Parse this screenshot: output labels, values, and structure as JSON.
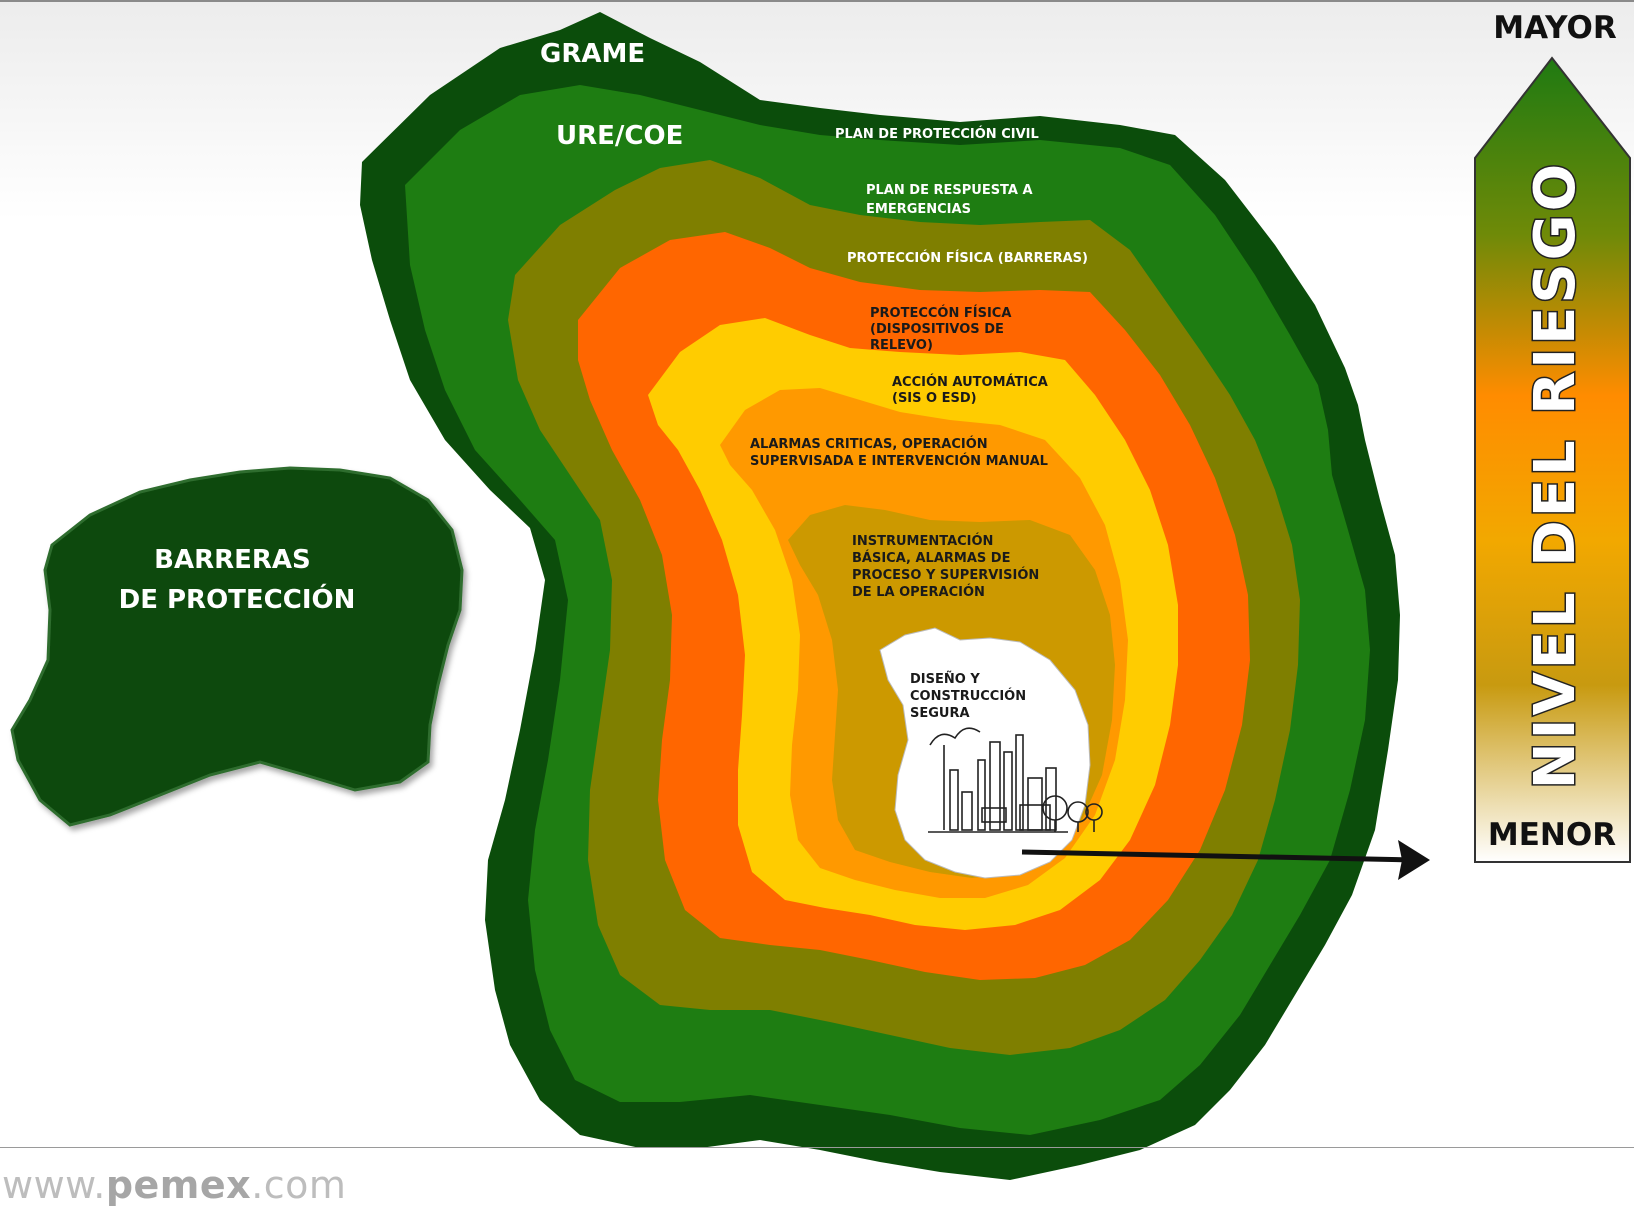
{
  "rings": {
    "grame": "GRAME",
    "ure_coe": "URE/COE",
    "plan_proteccion_civil": "PLAN DE PROTECCIÓN CIVIL",
    "plan_respuesta": [
      "PLAN DE RESPUESTA A",
      "EMERGENCIAS"
    ],
    "proteccion_fisica_barreras": "PROTECCIÓN FÍSICA (BARRERAS)",
    "proteccion_fisica_dispositivos": [
      "PROTECCÓN FÍSICA",
      "(DISPOSITIVOS DE",
      "RELEVO)"
    ],
    "accion_automatica": [
      "ACCIÓN AUTOMÁTICA",
      "(SIS O ESD)"
    ],
    "alarmas_criticas": [
      "ALARMAS CRITICAS, OPERACIÓN",
      "SUPERVISADA E  INTERVENCIÓN MANUAL"
    ],
    "instrumentacion": [
      "INSTRUMENTACIÓN",
      "BÁSICA, ALARMAS DE",
      "PROCESO Y SUPERVISIÓN",
      "DE LA OPERACIÓN"
    ],
    "diseno": [
      "DISEÑO Y",
      "CONSTRUCCIÓN",
      "SEGURA"
    ]
  },
  "barreras": [
    "BARRERAS",
    "DE PROTECCIÓN"
  ],
  "risk_scale": {
    "title": "NIVEL DEL RIESGO",
    "top_label": "MAYOR",
    "bottom_label": "MENOR"
  },
  "footer": {
    "prefix": "www.",
    "brand": "pemex",
    "suffix": ".com"
  },
  "colors": {
    "grame": "#0b4d0b",
    "ure_coe": "#1e7d12",
    "plan_respuesta": "#7f7f00",
    "dispositivos": "#ff6600",
    "accion_automatica": "#ffcc00",
    "alarmas": "#ff9900",
    "instrumentacion": "#cc9900",
    "core": "#ffffff",
    "barreras_blob": "#0e4a0e"
  }
}
